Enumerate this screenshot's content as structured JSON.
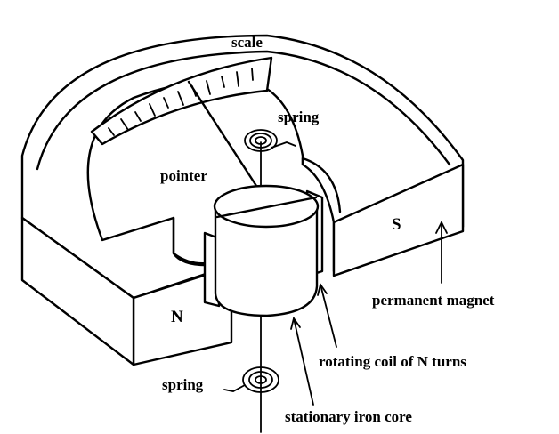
{
  "labels": {
    "scale": "scale",
    "spring_top": "spring",
    "pointer": "pointer",
    "pole_s": "S",
    "pole_n": "N",
    "permanent_magnet": "permanent magnet",
    "rotating_coil": "rotating coil of N turns",
    "spring_bottom": "spring",
    "iron_core": "stationary iron core"
  },
  "colors": {
    "ink": "#000000",
    "background": "#ffffff"
  }
}
